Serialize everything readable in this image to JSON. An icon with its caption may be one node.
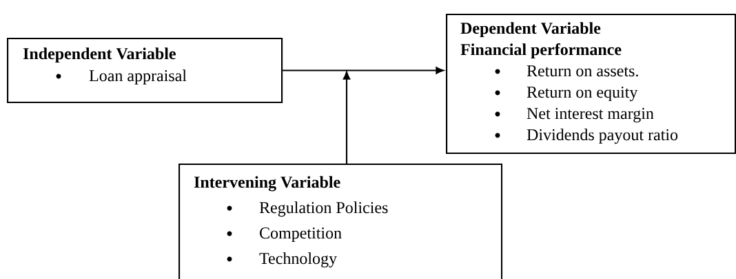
{
  "diagram": {
    "nodes": [
      {
        "text": [
          "Independent Variable",
          "Loan appraisal"
        ]
      },
      {
        "text": [
          "Dependent Variable",
          "Financial performance",
          "Return on assets.",
          "Return  on equity",
          "Net interest margin",
          "Dividends payout ratio"
        ]
      },
      {
        "text": [
          "Intervening Variable",
          "Regulation Policies",
          "Competition",
          "Technology"
        ]
      }
    ],
    "edges": [
      {
        "from": 0,
        "to": 1,
        "arrow": "to"
      },
      {
        "from": 2,
        "to": null,
        "arrow": "to"
      }
    ]
  }
}
